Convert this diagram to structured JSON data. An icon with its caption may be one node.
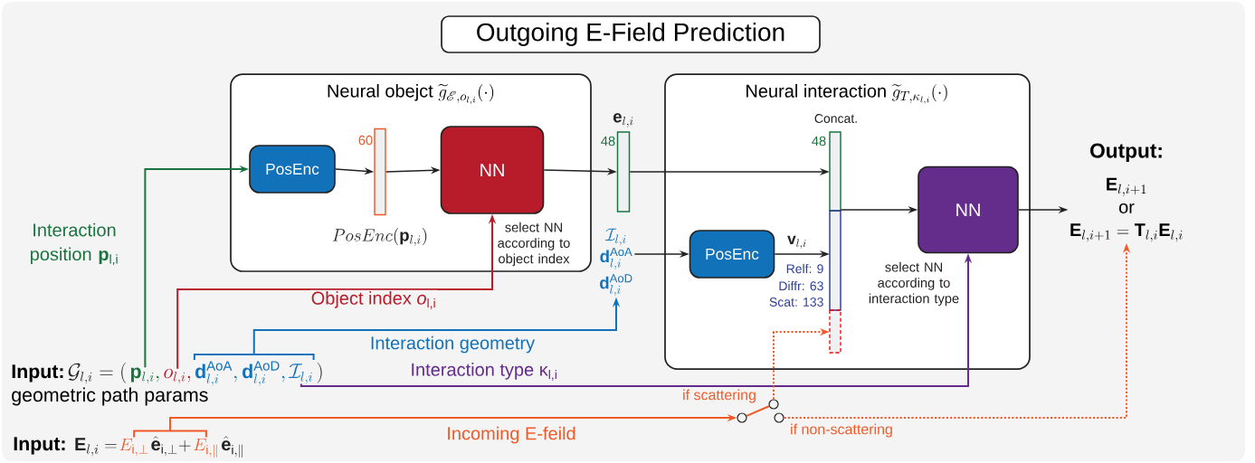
{
  "diagram": {
    "nodes": [
      {
        "text": [
          "Outgoing E-Field Prediction"
        ]
      },
      {
        "text": [
          "Neural obejct",
          "\\widetilde{g}_{\\mathscr{E},o_{l,i}}(\\cdot)"
        ]
      },
      {
        "text": [
          "PosEnc"
        ],
        "in": 1
      },
      {
        "text": [],
        "shape": "bar",
        "in": 1,
        "beside": [
          "60",
          "PosEnc(\\mathbf{p}_{l,i})"
        ]
      },
      {
        "text": [
          "NN"
        ],
        "in": 1,
        "beside": [
          "select NN according to object index"
        ]
      },
      {
        "text": [],
        "shape": "bar",
        "beside": [
          "\\mathbf{e}_{l,i}",
          "48"
        ]
      },
      {
        "text": [
          "\\mathcal{I}_{l,i}",
          "\\mathbf{d}^{\\mathrm{AoA}}_{l,i}",
          "\\mathbf{d}^{\\mathrm{AoD}}_{l,i}"
        ]
      },
      {
        "text": [
          "Neural interaction",
          "\\widetilde{g}_{T,\\kappa_{l,i}}(\\cdot)"
        ]
      },
      {
        "text": [
          "PosEnc"
        ],
        "in": 7,
        "beside": [
          "\\mathbf{v}_{l,i}",
          "Relf: 9",
          "Diffr: 63",
          "Scat: 133"
        ]
      },
      {
        "text": [],
        "shape": "bar",
        "in": 7,
        "beside": [
          "Concat.",
          "48"
        ]
      },
      {
        "text": [
          "NN"
        ],
        "in": 7,
        "beside": [
          "select NN according to interaction type"
        ]
      },
      {
        "text": [
          "Output:",
          "\\mathbf{E}_{l,i+1}",
          "or",
          "\\mathbf{E}_{l,i+1}=\\mathbf{T}_{l,i}\\mathbf{E}_{l,i}"
        ]
      },
      {
        "text": [
          "Input:",
          "\\mathcal{G}_{l,i}=(",
          "\\mathbf{p}_{l,i},",
          "o_{l,i},",
          "\\mathbf{d}^{\\mathrm{AoA}}_{l,i},\\mathbf{d}^{\\mathrm{AoD}}_{l,i},",
          "\\mathcal{I}_{l,i}",
          ")",
          "geometric path params"
        ]
      },
      {
        "text": [
          "Input:",
          "\\mathbf{E}_{l,i}=",
          "E_{\\mathrm{i},\\perp}",
          "\\hat{\\mathbf{e}}_{\\mathrm{i},\\perp}+",
          "E_{\\mathrm{i},\\parallel}",
          "\\hat{\\mathbf{e}}_{\\mathrm{i},\\parallel}"
        ]
      },
      {
        "text": [],
        "shape": "circle"
      },
      {
        "text": [],
        "shape": "circle"
      },
      {
        "text": [],
        "shape": "circle"
      }
    ],
    "edges": [
      {
        "from": 12,
        "to": 2,
        "arrow": "to",
        "label": "Interaction position **p**$_{l,i}$",
        "color": "#1b7340"
      },
      {
        "from": 2,
        "to": 3,
        "arrow": "to"
      },
      {
        "from": 3,
        "to": 4,
        "arrow": "to"
      },
      {
        "from": 4,
        "to": 5,
        "arrow": "to"
      },
      {
        "from": 5,
        "to": 9,
        "arrow": "to"
      },
      {
        "from": 12,
        "to": 4,
        "arrow": "to",
        "label": "Object index *o*$_{l,i}$",
        "color": "#b81c2b"
      },
      {
        "from": 12,
        "to": 6,
        "arrow": "to",
        "label": "Interaction geometry",
        "color": "#1172b9"
      },
      {
        "from": 6,
        "to": 8,
        "arrow": "to"
      },
      {
        "from": 8,
        "to": 9,
        "arrow": "to"
      },
      {
        "from": 9,
        "to": 10,
        "arrow": "to"
      },
      {
        "from": 10,
        "to": 11,
        "arrow": "to"
      },
      {
        "from": 12,
        "to": 10,
        "arrow": "to",
        "label": "Interaction type κ$_{l,i}$",
        "color": "#642d8c"
      },
      {
        "from": 13,
        "to": 14,
        "arrow": "to",
        "label": "Incoming E-feild",
        "color": "#f05a28"
      },
      {
        "from": 14,
        "to": 15,
        "arrow": "none",
        "label": "if scattering",
        "color": "#f05a28"
      },
      {
        "from": 15,
        "to": 9,
        "arrow": "to",
        "style": "dashed",
        "color": "#f05a28"
      },
      {
        "from": 16,
        "to": 11,
        "arrow": "to",
        "style": "dashed",
        "label": "if non-scattering",
        "color": "#f05a28"
      }
    ]
  }
}
